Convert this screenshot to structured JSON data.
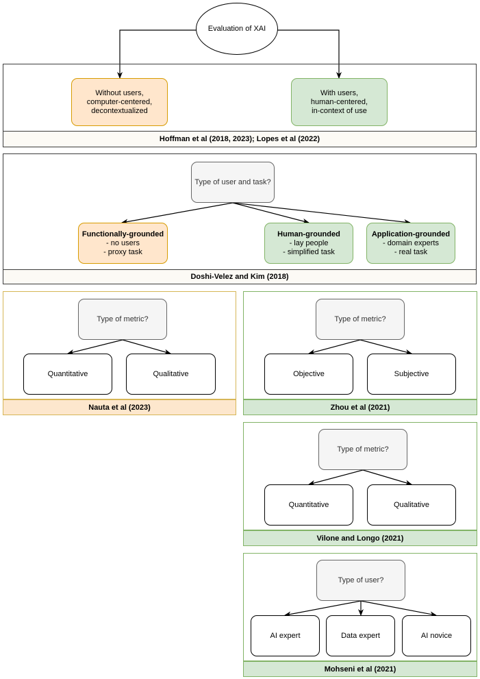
{
  "root": {
    "label": "Evaluation of XAI"
  },
  "sections": {
    "hoffman": {
      "caption": "Hoffman et al (2018, 2023); Lopes et al (2022)",
      "left": {
        "lines": [
          "Without users,",
          "computer-centered,",
          "decontextualized"
        ]
      },
      "right": {
        "lines": [
          "With users,",
          "human-centered,",
          "in-context of use"
        ]
      }
    },
    "doshi": {
      "caption": "Doshi-Velez and Kim (2018)",
      "question": "Type of user and task?",
      "functional": {
        "title": "Functionally-grounded",
        "lines": [
          "- no users",
          "- proxy task"
        ]
      },
      "human": {
        "title": "Human-grounded",
        "lines": [
          "- lay people",
          "- simplified task"
        ]
      },
      "application": {
        "title": "Application-grounded",
        "lines": [
          "- domain experts",
          "- real task"
        ]
      }
    },
    "nauta": {
      "caption": "Nauta et al (2023)",
      "question": "Type of metric?",
      "left": "Quantitative",
      "right": "Qualitative"
    },
    "zhou": {
      "caption": "Zhou et al (2021)",
      "question": "Type of metric?",
      "left": "Objective",
      "right": "Subjective"
    },
    "vilone": {
      "caption": "Vilone and Longo (2021)",
      "question": "Type of metric?",
      "left": "Quantitative",
      "right": "Qualitative"
    },
    "mohseni": {
      "caption": "Mohseni et al (2021)",
      "question": "Type of user?",
      "left": "AI expert",
      "middle": "Data expert",
      "right": "AI novice"
    }
  },
  "colors": {
    "orange_fill": "#ffe6cc",
    "orange_stroke": "#d79b00",
    "green_fill": "#d5e8d4",
    "green_stroke": "#82b366",
    "grey_fill": "#f5f5f5",
    "grey_stroke": "#666666",
    "caption_fill": "#fcfaf5"
  }
}
